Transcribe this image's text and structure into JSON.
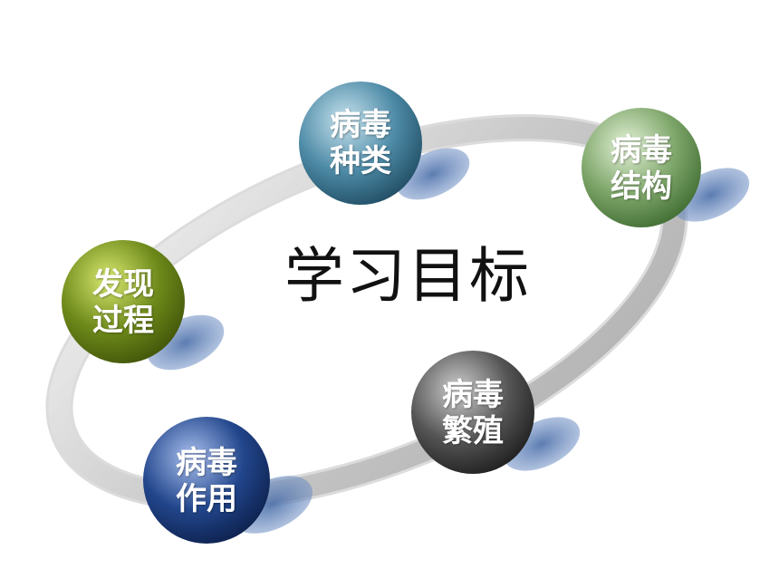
{
  "title": "学习目标",
  "nodes": [
    {
      "id": "discovery",
      "line1": "发现",
      "line2": "过程",
      "color": "#6e8a1a"
    },
    {
      "id": "types",
      "line1": "病毒",
      "line2": "种类",
      "color": "#4d8aa6"
    },
    {
      "id": "structure",
      "line1": "病毒",
      "line2": "结构",
      "color": "#7ea66a"
    },
    {
      "id": "reproduction",
      "line1": "病毒",
      "line2": "繁殖",
      "color": "#555555"
    },
    {
      "id": "effects",
      "line1": "病毒",
      "line2": "作用",
      "color": "#22468c"
    }
  ]
}
